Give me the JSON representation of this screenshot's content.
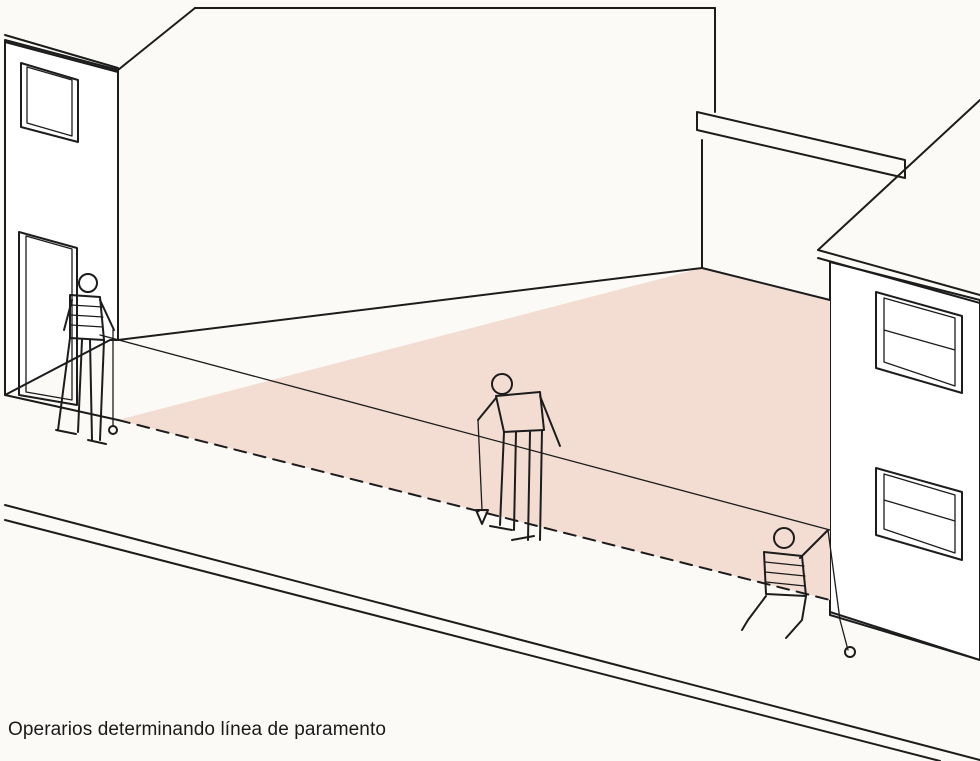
{
  "caption": "Operarios determinando línea de paramento",
  "colors": {
    "ink": "#1c1c1c",
    "paper": "#fbfaf7",
    "plot_fill": "#f3ddd3"
  },
  "figures": [
    "worker-at-left-house",
    "worker-with-plumb-bob",
    "worker-crouching-at-right-house"
  ]
}
